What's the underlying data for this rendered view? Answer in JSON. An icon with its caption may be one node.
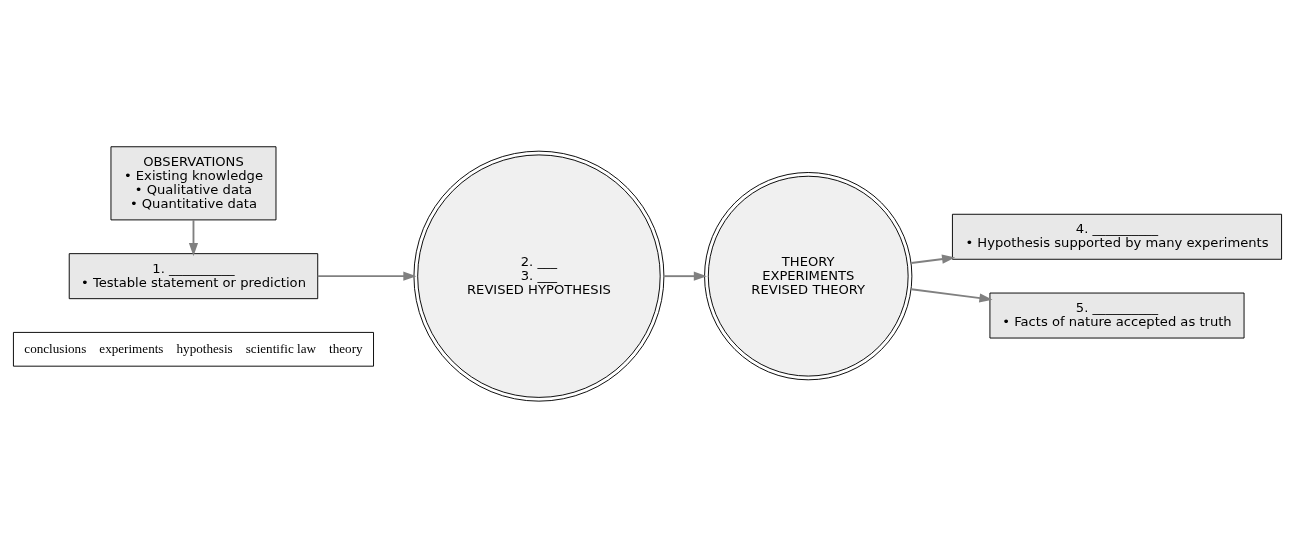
{
  "diagram": {
    "nodes": [
      {
        "text": [
          "conclusions",
          "experiments",
          "hypothesis",
          "scientific law",
          "theory"
        ]
      },
      {
        "text": [
          "OBSERVATIONS",
          "• Existing knowledge",
          "• Qualitative data",
          "• Quantitative data"
        ]
      },
      {
        "text": [
          "1. __________",
          "• Testable statement or prediction"
        ]
      },
      {
        "text": [
          "2. ___",
          "3. ___",
          "REVISED HYPOTHESIS"
        ]
      },
      {
        "text": [
          "THEORY",
          "EXPERIMENTS",
          "REVISED THEORY"
        ]
      },
      {
        "text": [
          "4. __________",
          "• Hypothesis supported by many experiments"
        ]
      },
      {
        "text": [
          "5. __________",
          "• Facts of nature accepted as truth"
        ]
      }
    ],
    "edges": [
      {
        "from": 1,
        "to": 2,
        "arrow": "to"
      },
      {
        "from": 2,
        "to": 3,
        "arrow": "to"
      },
      {
        "from": 3,
        "to": 4,
        "arrow": "to"
      },
      {
        "from": 4,
        "to": 5,
        "arrow": "to"
      },
      {
        "from": 4,
        "to": 6,
        "arrow": "to"
      }
    ]
  }
}
